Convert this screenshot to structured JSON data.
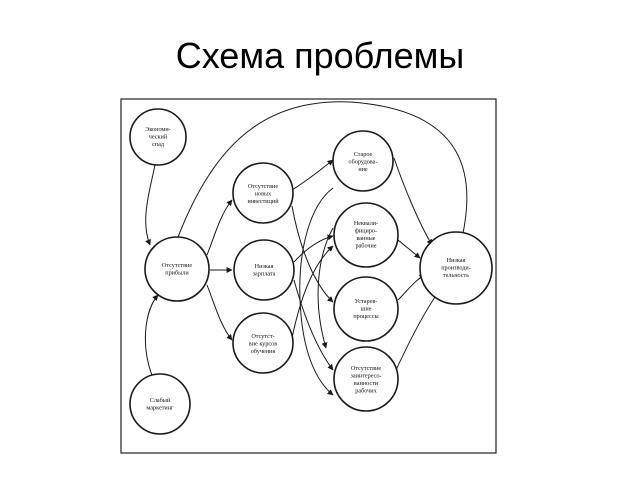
{
  "slide": {
    "title": "Схема проблемы"
  },
  "diagram": {
    "nodes": [
      {
        "id": "economic-crisis",
        "label_lines": [
          "Экономи-",
          "ческий",
          "спад"
        ]
      },
      {
        "id": "no-profit",
        "label_lines": [
          "Отсутствие",
          "прибыли"
        ]
      },
      {
        "id": "weak-marketing",
        "label_lines": [
          "Слабый",
          "маркетинг"
        ]
      },
      {
        "id": "no-investment",
        "label_lines": [
          "Отсутствие",
          "новых",
          "инвестиций"
        ]
      },
      {
        "id": "low-salary",
        "label_lines": [
          "Низкая",
          "зарплата"
        ]
      },
      {
        "id": "no-training",
        "label_lines": [
          "Отсутст-",
          "вие курсов",
          "обучения"
        ]
      },
      {
        "id": "old-equipment",
        "label_lines": [
          "Старое",
          "оборудова-",
          "ние"
        ]
      },
      {
        "id": "unskilled-workers",
        "label_lines": [
          "Неквали-",
          "фициро-",
          "ванные",
          "рабочие"
        ]
      },
      {
        "id": "outdated-processes",
        "label_lines": [
          "Устарев-",
          "шие",
          "процессы"
        ]
      },
      {
        "id": "no-interest",
        "label_lines": [
          "Отсутствие",
          "заинтересо-",
          "ванности",
          "рабочих"
        ]
      },
      {
        "id": "low-productivity",
        "label_lines": [
          "Низкая",
          "производи-",
          "тельность"
        ]
      }
    ],
    "colors": {
      "line": "#1a1a1a",
      "frame": "#222222"
    }
  }
}
